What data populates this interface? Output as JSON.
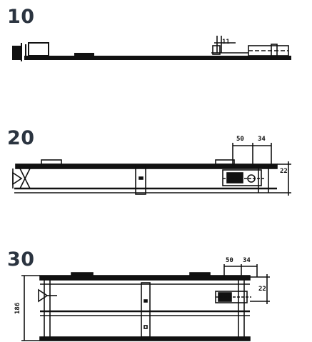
{
  "sections": [
    {
      "title": "10",
      "dimensions": {
        "offset": "11"
      }
    },
    {
      "title": "20",
      "dimensions": {
        "left": "50",
        "right": "34",
        "side": "22"
      }
    },
    {
      "title": "30",
      "dimensions": {
        "left": "50",
        "right": "34",
        "side": "22",
        "height": "186"
      }
    }
  ],
  "colors": {
    "ink": "#111111",
    "title": "#2b3440"
  }
}
